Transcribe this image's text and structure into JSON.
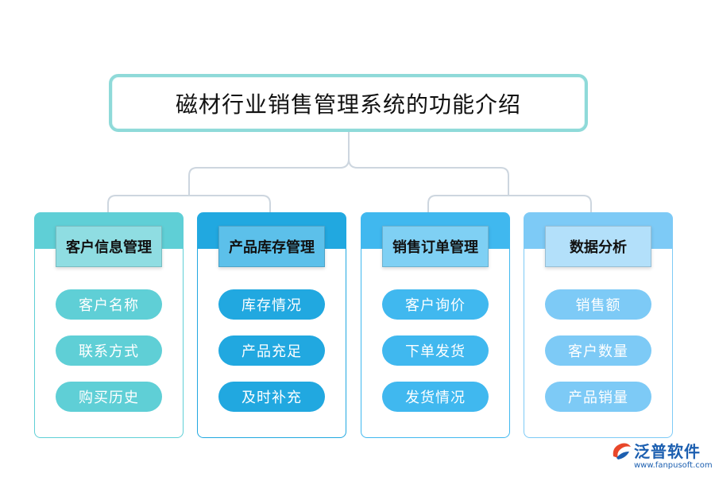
{
  "title": "磁材行业销售管理系统的功能介绍",
  "categories": [
    {
      "label": "客户信息管理",
      "items": [
        "客户名称",
        "联系方式",
        "购买历史"
      ],
      "color": "#5fcfd6"
    },
    {
      "label": "产品库存管理",
      "items": [
        "库存情况",
        "产品充足",
        "及时补充"
      ],
      "color": "#21a8e0"
    },
    {
      "label": "销售订单管理",
      "items": [
        "客户询价",
        "下单发货",
        "发货情况"
      ],
      "color": "#40b8ef"
    },
    {
      "label": "数据分析",
      "items": [
        "销售额",
        "客户数量",
        "产品销量"
      ],
      "color": "#7dcaf6"
    }
  ],
  "logo": {
    "name": "泛普软件",
    "url": "www.fanpusoft.com",
    "icon": "fanpu-logo-icon"
  },
  "colors": {
    "line": "#cdd6df",
    "title_border": "#8fdad9",
    "brand": "#1c5fb0"
  }
}
